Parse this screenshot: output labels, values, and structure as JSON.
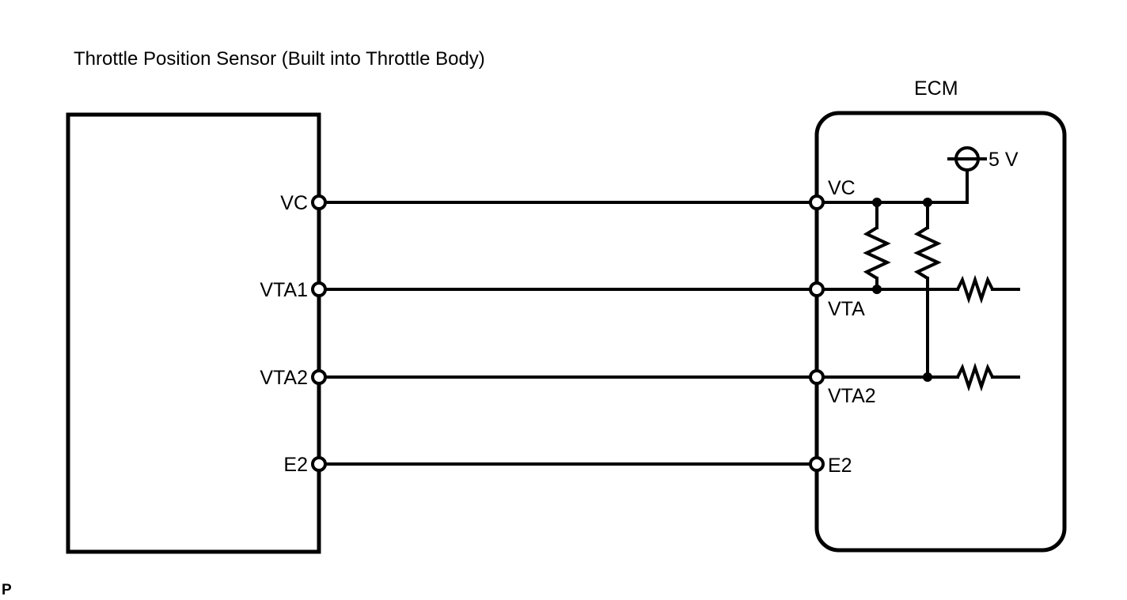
{
  "diagram": {
    "title": "Throttle Position Sensor (Built into Throttle Body)",
    "corner_marker": "P",
    "stroke_color": "#000000",
    "background_color": "#ffffff",
    "blocks": [
      {
        "name": "throttle-position-sensor",
        "label": "",
        "shape": "rectangle",
        "corners": "square"
      },
      {
        "name": "ecm",
        "label": "ECM",
        "shape": "rectangle",
        "corners": "rounded"
      }
    ],
    "ecm_label": "ECM",
    "sensor_terminals": [
      {
        "label": "VC",
        "connector": "hollow-circle"
      },
      {
        "label": "VTA1",
        "connector": "hollow-circle"
      },
      {
        "label": "VTA2",
        "connector": "hollow-circle"
      },
      {
        "label": "E2",
        "connector": "hollow-circle"
      }
    ],
    "ecm_terminals": [
      {
        "label": "VC",
        "connector": "hollow-circle",
        "label_position": "above-right"
      },
      {
        "label": "VTA",
        "connector": "hollow-circle",
        "label_position": "below-right"
      },
      {
        "label": "VTA2",
        "connector": "hollow-circle",
        "label_position": "below-right"
      },
      {
        "label": "E2",
        "connector": "hollow-circle",
        "label_position": "inline-right"
      }
    ],
    "power_source": {
      "label": "5 V",
      "symbol": "circle-with-horizontal-line"
    },
    "components": [
      {
        "name": "pullup-resistor-vta",
        "type": "resistor",
        "orientation": "vertical"
      },
      {
        "name": "pullup-resistor-vta2",
        "type": "resistor",
        "orientation": "vertical"
      },
      {
        "name": "series-resistor-vta",
        "type": "resistor",
        "orientation": "horizontal"
      },
      {
        "name": "series-resistor-vta2",
        "type": "resistor",
        "orientation": "horizontal"
      }
    ],
    "wires": [
      {
        "name": "wire-vc",
        "from": "sensor VC",
        "to": "ECM VC"
      },
      {
        "name": "wire-vta1",
        "from": "sensor VTA1",
        "to": "ECM VTA"
      },
      {
        "name": "wire-vta2",
        "from": "sensor VTA2",
        "to": "ECM VTA2"
      },
      {
        "name": "wire-e2",
        "from": "sensor E2",
        "to": "ECM E2"
      }
    ]
  }
}
